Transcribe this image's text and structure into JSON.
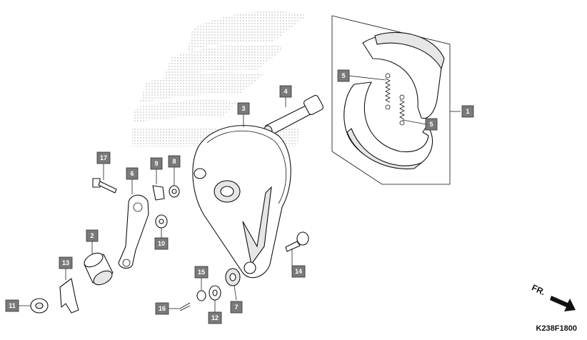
{
  "diagram_code": "K238F1800",
  "front_indicator": "FR.",
  "callouts": {
    "c1": "1",
    "c2": "2",
    "c3": "3",
    "c4": "4",
    "c5a": "5",
    "c5b": "5",
    "c6": "6",
    "c7": "7",
    "c8": "8",
    "c9": "9",
    "c10": "10",
    "c11": "11",
    "c12": "12",
    "c13": "13",
    "c14": "14",
    "c15": "15",
    "c16": "16",
    "c17": "17"
  },
  "colors": {
    "callout_fill": "#7a7a7a",
    "watermark": "#b5b5b5",
    "line": "#111111"
  }
}
